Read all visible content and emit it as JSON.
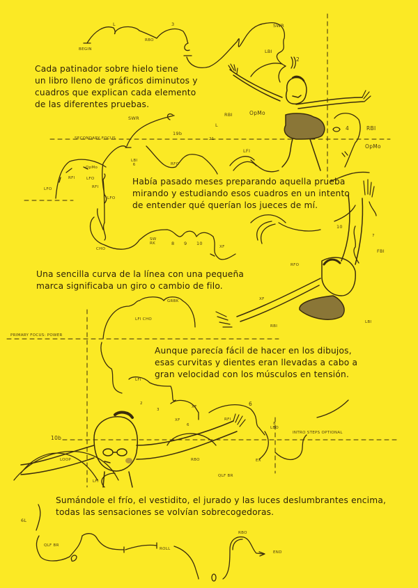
{
  "page": {
    "background_color": "#fbe925",
    "ink_color": "#2b1f08",
    "dress_color": "#8a7637"
  },
  "narration": [
    {
      "id": "box1",
      "text": "Cada patinador sobre hielo tiene\nun libro lleno de gráficos diminutos y\ncuadros que explican cada elemento\nde las diferentes pruebas."
    },
    {
      "id": "box2",
      "text": "Había pasado meses preparando aquella prueba\nmirando y estudiando esos cuadros en un intento\nde entender qué querían los jueces de mí."
    },
    {
      "id": "box3",
      "text": "Una sencilla curva de la línea con una pequeña\nmarca significaba un giro o cambio de filo."
    },
    {
      "id": "box4",
      "text": "Aunque parecía fácil de hacer en los dibujos,\nesas curvitas y dientes eran llevadas a cabo a\ngran velocidad con los músculos en tensión."
    },
    {
      "id": "box5",
      "text": "Sumándole el frío, el vestidito, el jurado y las luces deslumbrantes encima,\ntodas las sensaciones se volvían sobrecogedoras."
    }
  ],
  "diagram_labels": {
    "begin": "BEGIN",
    "l_top": "L",
    "rbo_top": "RBO",
    "three_top": "3",
    "swr_top": "SWR",
    "lbi_top": "LBI",
    "two_top": "2",
    "rbi_mid": "RBI",
    "opmo_mid": "OpMo",
    "l_mid": "L",
    "twentyone": "21",
    "four": "4",
    "rbi_right": "RBI",
    "opmo_right": "OpMo",
    "swr_mid": "SWR",
    "secondary_focus": "SECONDARY FOCUS",
    "nineteen_b": "19b",
    "lbi_six": "LBI\n6",
    "rfo_mid": "RFO",
    "lfi_mid": "LFI",
    "opmo_left": "OpMo",
    "lfo_left": "LFO",
    "rfi_left": "RFI",
    "lfo_arc": "LFO",
    "rfi_arc": "RFI",
    "lfo_arc2": "LFO",
    "cho": "CHO",
    "sw_rk": "SW\nRK",
    "eight": "8",
    "nine": "9",
    "ten": "10",
    "xf": "XF",
    "ten_right": "10",
    "seven": "7",
    "fbi": "FBI",
    "rfo_right": "RFO",
    "xf_mid": "XF",
    "rbi_mid2": "RBI",
    "lbi_right": "LBI",
    "grbk": "GRBK",
    "lfi_cho": "LFI CHO",
    "primary_focus": "PRIMARY FOCUS: POWER",
    "lfi_low": "LFI",
    "two_low": "2",
    "three_low": "3",
    "xf_low": "XF",
    "xf_low2": "XF",
    "six_low": "6",
    "six_top": "6",
    "rfi_low": "RFI",
    "eight_lbo": "8\nLBO",
    "intro_steps": "INTRO STEPS OPTIONAL",
    "ten_b": "10b",
    "loop": "LOOP",
    "lfi_bottom": "LFI",
    "rbo_bottom": "RBO",
    "ex": "EX",
    "qlf_br": "QLF BR",
    "six_l": "6L",
    "qlf_br_bottom": "QLF BR",
    "roll": "ROLL",
    "rbo_end": "RBO",
    "end": "END"
  }
}
